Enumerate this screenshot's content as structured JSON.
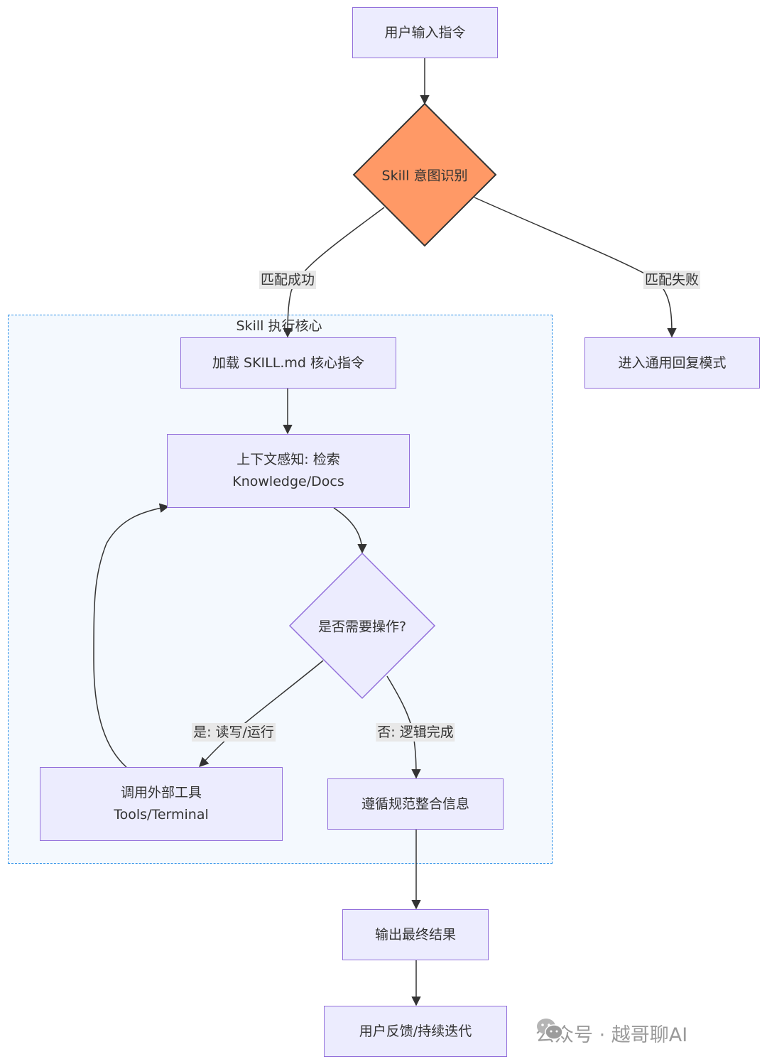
{
  "diagram": {
    "cluster": {
      "label": "Skill 执行核心"
    },
    "nodes": {
      "user_input": "用户输入指令",
      "intent": "Skill 意图识别",
      "load_skill": "加载 SKILL.md 核心指令",
      "context_line1": "上下文感知: 检索",
      "context_line2": "Knowledge/Docs",
      "need_action": "是否需要操作?",
      "tools_line1": "调用外部工具",
      "tools_line2": "Tools/Terminal",
      "integrate": "遵循规范整合信息",
      "output": "输出最终结果",
      "feedback": "用户反馈/持续迭代",
      "general_reply": "进入通用回复模式"
    },
    "edge_labels": {
      "match_success": "匹配成功",
      "match_fail": "匹配失败",
      "yes_action": "是: 读写/运行",
      "no_done": "否: 逻辑完成"
    },
    "colors": {
      "node_fill": "#ececfe",
      "node_stroke": "#9370db",
      "intent_fill": "#ff9966",
      "cluster_stroke": "#2a8fe8",
      "edge": "#333333"
    }
  },
  "watermark": {
    "icon": "wechat-icon",
    "text": "公众号 · 越哥聊AI"
  }
}
